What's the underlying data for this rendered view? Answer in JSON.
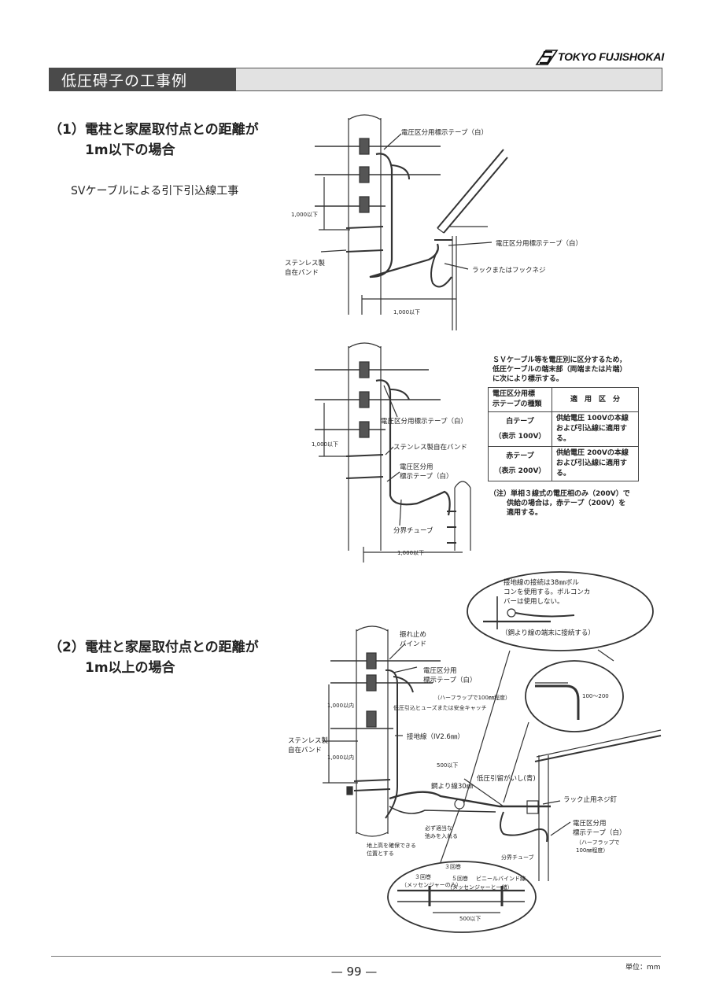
{
  "header": {
    "brand": "TOKYO FUJISHOKAI",
    "section_title": "低圧碍子の工事例"
  },
  "case1": {
    "heading_line1": "（1）電柱と家屋取付点との距離が",
    "heading_line2": "1m以下の場合",
    "subtitle": "SVケーブルによる引下引込線工事",
    "fig1": {
      "tape_top": "電圧区分用標示テープ（白）",
      "dist_v": "1,000以下",
      "band": [
        "ステンレス製",
        "自在バンド"
      ],
      "tape_house": "電圧区分用標示テープ（白）",
      "rack": "ラックまたはフックネジ",
      "dist_h": "1,000以下"
    },
    "fig2": {
      "dist_v": "1,000以下",
      "tape1": "電圧区分用標示テープ（白）",
      "band": "ステンレス製自在バンド",
      "tape2": [
        "電圧区分用",
        "標示テープ（白）"
      ],
      "tube": "分界チューブ",
      "dist_h": "1,000以下"
    },
    "voltage_note": {
      "intro": [
        "ＳＶケーブル等を電圧別に区分するため，",
        "低圧ケーブルの端末部（両端または片端）",
        "に次により標示する。"
      ],
      "headers": [
        [
          "電圧区分用標",
          "示テープの種類"
        ],
        [
          "適　用　区　分"
        ]
      ],
      "rows": [
        {
          "tape": [
            "白テープ",
            "（表示 100V）"
          ],
          "use": [
            "供給電圧 100Vの本線",
            "および引込線に適用す",
            "る。"
          ]
        },
        {
          "tape": [
            "赤テープ",
            "（表示 200V）"
          ],
          "use": [
            "供給電圧 200Vの本線",
            "および引込線に適用す",
            "る。"
          ]
        }
      ],
      "footnote": [
        "（注）単相３線式の電圧相のみ（200V）で",
        "供給の場合は，赤テープ（200V）を",
        "適用する。"
      ]
    }
  },
  "case2": {
    "heading_line1": "（2）電柱と家屋取付点との距離が",
    "heading_line2": "1m以上の場合",
    "fig3": {
      "callout": [
        "接地線の接続は38㎜ボル",
        "コンを使用する。ボルコンカ",
        "バーは使用しない。"
      ],
      "callout_sub": "（鋼より線の端末に接続する）",
      "bind": [
        "振れ止め",
        "バインド"
      ],
      "tape_pole": [
        "電圧区分用",
        "標示テープ（白）"
      ],
      "half_wrap": "（ハーフラップで100㎜程度）",
      "fuse": "低圧引込ヒューズまたは安全キャッチ",
      "dist1": "1,000以内",
      "ground_wire": "接地線（IV2.6㎜）",
      "band": [
        "ステンレス製",
        "自在バンド"
      ],
      "dist2": "1,000以内",
      "d500": "500以下",
      "steel_wire": "鋼より線30㎜",
      "anchor": "低圧引留がいし(青)",
      "rack_screw": "ラック止用ネジ釘",
      "tape_house": [
        "電圧区分用",
        "標示テープ（白）"
      ],
      "half_wrap2": [
        "（ハーフラップで",
        "100㎜程度）"
      ],
      "tube": "分界チューブ",
      "slack": [
        "必ず適当な",
        "弛みを入れる"
      ],
      "height": [
        "地上高を確保できる",
        "位置とする"
      ],
      "wrap3": "３回巻",
      "wrap3b": "３回巻",
      "messenger": "（メッセンジャーのみ）",
      "wrap5": "５回巻",
      "vinyl": "ビニールバインド線",
      "messenger_all": "（メッセンジャーと一緒）",
      "d500b": "500以下",
      "dim_100_200": "100～200"
    }
  },
  "footer": {
    "page": "— 99 —",
    "unit": "単位：mm"
  }
}
